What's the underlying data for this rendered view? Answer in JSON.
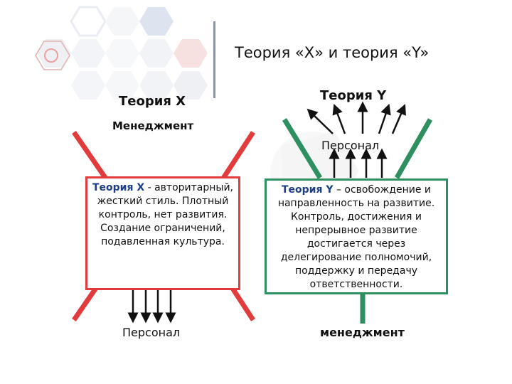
{
  "title": "Теория «X» и теория «Y»",
  "theory_x": {
    "header": "Теория X",
    "management_label": "Менеджмент",
    "box_keyword": "Теория X",
    "box_text": " - авторитарный, жесткий стиль. Плотный контроль, нет развития. Создание ограничений, подавленная культура.",
    "bottom_label": "Персонал"
  },
  "theory_y": {
    "header": "Теория Y",
    "personnel_label": "Персонал",
    "box_keyword": "Теория Y",
    "box_text": " – освобождение и направленность на развитие. Контроль, достижения и непрерывное развитие достигается через делегирование полномочий, поддержку  и передачу ответственности.",
    "bottom_label": "менеджмент"
  },
  "colors": {
    "theory_x": "#e23b3b",
    "theory_y": "#2e9060"
  }
}
